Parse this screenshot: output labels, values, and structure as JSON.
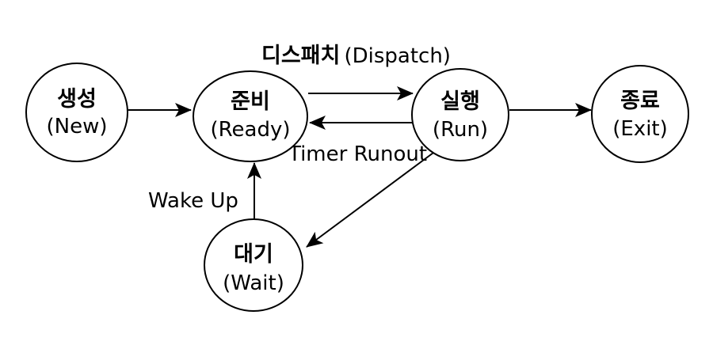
{
  "diagram": {
    "type": "process-state-transition-diagram",
    "background": "#ffffff",
    "stroke_color": "#000000",
    "text_color": "#000000",
    "nodes": {
      "new": {
        "ko": "생성",
        "en": "(New)"
      },
      "ready": {
        "ko": "준비",
        "en": "(Ready)"
      },
      "run": {
        "ko": "실행",
        "en": "(Run)"
      },
      "exit": {
        "ko": "종료",
        "en": "(Exit)"
      },
      "wait": {
        "ko": "대기",
        "en": "(Wait)"
      }
    },
    "edge_labels": {
      "dispatch_ko": "디스패치",
      "dispatch_en": "(Dispatch)",
      "timer_runout": "Timer Runout",
      "wake_up": "Wake Up"
    },
    "edges": [
      {
        "from": "new",
        "to": "ready",
        "label": ""
      },
      {
        "from": "ready",
        "to": "run",
        "label": "디스패치(Dispatch)"
      },
      {
        "from": "run",
        "to": "ready",
        "label": "Timer Runout"
      },
      {
        "from": "run",
        "to": "exit",
        "label": ""
      },
      {
        "from": "run",
        "to": "wait",
        "label": ""
      },
      {
        "from": "wait",
        "to": "ready",
        "label": "Wake Up"
      }
    ]
  }
}
